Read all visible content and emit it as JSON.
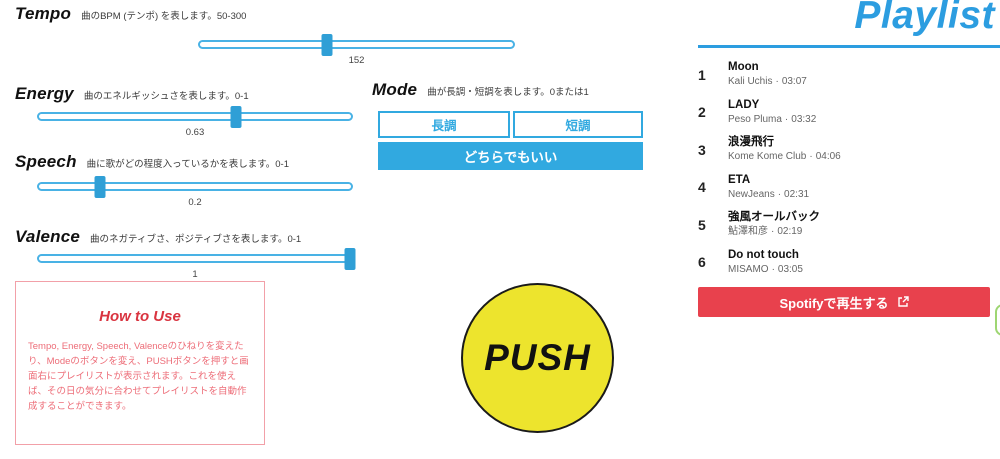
{
  "sliders": [
    {
      "name": "Tempo",
      "description": "曲のBPM (テンポ) を表します。50-300",
      "value": "152",
      "percent": 40.7
    },
    {
      "name": "Energy",
      "description": "曲のエネルギッシュさを表します。0-1",
      "value": "0.63",
      "percent": 63
    },
    {
      "name": "Speech",
      "description": "曲に歌がどの程度入っているかを表します。0-1",
      "value": "0.2",
      "percent": 20
    },
    {
      "name": "Valence",
      "description": "曲のネガティブさ、ポジティブさを表します。0-1",
      "value": "1",
      "percent": 99
    }
  ],
  "mode": {
    "title": "Mode",
    "description": "曲が長調・短調を表します。0または1",
    "options": [
      {
        "label": "長調",
        "selected": false
      },
      {
        "label": "短調",
        "selected": false
      },
      {
        "label": "どちらでもいい",
        "selected": true
      }
    ]
  },
  "how_to_use": {
    "title": "How to Use",
    "body": "Tempo, Energy, Speech, Valenceのひねりを変えたり、Modeのボタンを変え、PUSHボタンを押すと画面右にプレイリストが表示されます。これを使えば、その日の気分に合わせてプレイリストを自動作成することができます。"
  },
  "push_button": {
    "label": "PUSH"
  },
  "playlist": {
    "title": "Playlist",
    "separator": "·",
    "tracks": [
      {
        "number": "1",
        "title": "Moon",
        "artist": "Kali Uchis",
        "duration": "03:07"
      },
      {
        "number": "2",
        "title": "LADY",
        "artist": "Peso Pluma",
        "duration": "03:32"
      },
      {
        "number": "3",
        "title": "浪漫飛行",
        "artist": "Kome Kome Club",
        "duration": "04:06"
      },
      {
        "number": "4",
        "title": "ETA",
        "artist": "NewJeans",
        "duration": "02:31"
      },
      {
        "number": "5",
        "title": "強風オールバック",
        "artist": "鮎澤和彦",
        "duration": "02:19"
      },
      {
        "number": "6",
        "title": "Do not touch",
        "artist": "MISAMO",
        "duration": "03:05"
      }
    ],
    "spotify_button": {
      "label": "Spotifyで再生する",
      "icon": "external-link-icon"
    }
  },
  "colors": {
    "accent_blue": "#31a9e0",
    "slider_blue": "#2f9fd6",
    "playlist_blue": "#2c9de0",
    "spotify_red": "#e8414d",
    "push_yellow": "#ede42d",
    "howto_red": "#d93440"
  }
}
